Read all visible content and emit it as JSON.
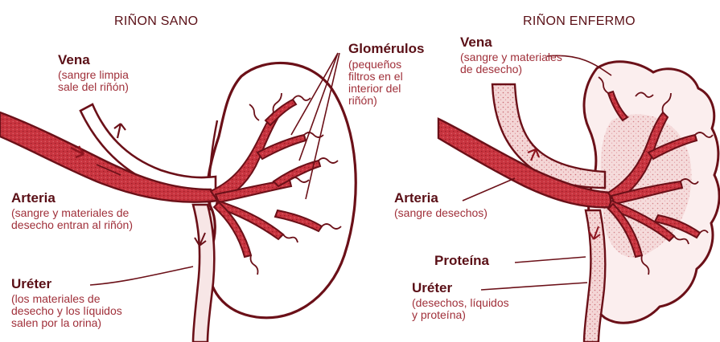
{
  "healthy": {
    "title": "RIÑON SANO",
    "vena_title": "Vena",
    "vena_desc": "(sangre limpia\nsale del riñón)",
    "glomerulos_title": "Glomérulos",
    "glomerulos_desc": "(pequeños\nfiltros en el\ninterior del\nriñón)",
    "arteria_title": "Arteria",
    "arteria_desc": "(sangre y materiales de\ndesecho entran al riñón)",
    "ureter_title": "Uréter",
    "ureter_desc": "(los materiales de\ndesecho y los líquidos\nsalen por la orina)"
  },
  "sick": {
    "title": "RIÑON ENFERMO",
    "vena_title": "Vena",
    "vena_desc": "(sangre y materiales\nde desecho)",
    "arteria_title": "Arteria",
    "arteria_desc": "(sangre desechos)",
    "proteina_title": "Proteína",
    "ureter_title": "Uréter",
    "ureter_desc": "(desechos, líquidos\ny proteína)"
  },
  "colors": {
    "outline": "#6b1018",
    "artery": "#c8343f",
    "artery_dark": "#a81e2a",
    "vein_fill": "#f2d2d2",
    "text_title": "#5a0f16",
    "text_desc": "#a0303a"
  }
}
